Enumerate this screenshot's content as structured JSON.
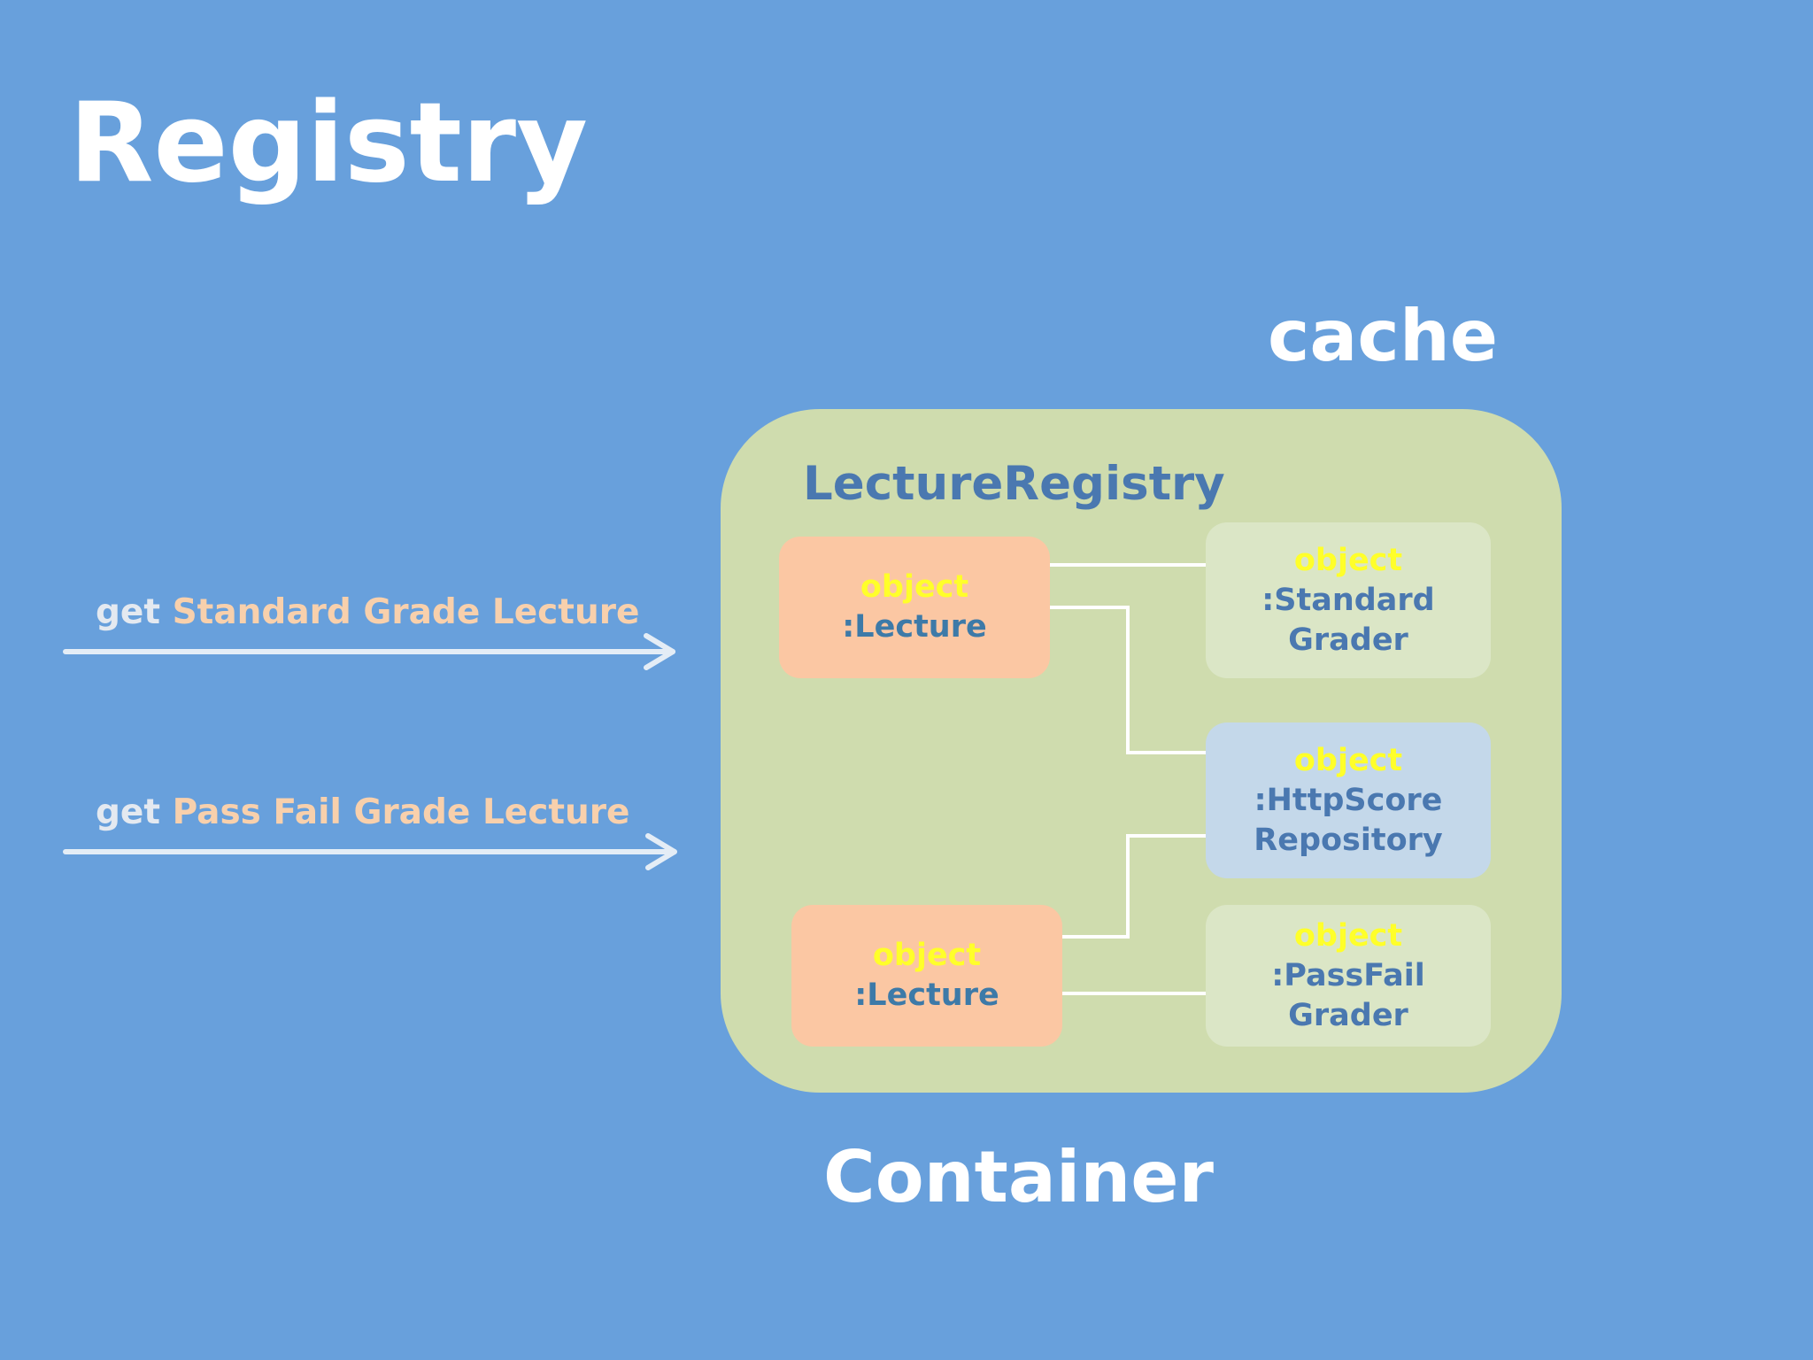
{
  "title": "Registry",
  "cache_label": "cache",
  "container_label": "Container",
  "requests": [
    {
      "prefix": "get",
      "highlight": "Standard Grade Lecture"
    },
    {
      "prefix": "get",
      "highlight": "Pass Fail Grade Lecture"
    }
  ],
  "registry": {
    "label": "LectureRegistry",
    "objects": {
      "lecture_1": {
        "kind": "object",
        "class_name": ":Lecture"
      },
      "lecture_2": {
        "kind": "object",
        "class_name": ":Lecture"
      },
      "standard_grader": {
        "kind": "object",
        "class_line1": ":Standard",
        "class_line2": "Grader"
      },
      "http_score_repository": {
        "kind": "object",
        "class_line1": ":HttpScore",
        "class_line2": "Repository"
      },
      "passfail_grader": {
        "kind": "object",
        "class_line1": ":PassFail",
        "class_line2": "Grader"
      }
    }
  },
  "colors": {
    "background": "#68a0dc",
    "container": "#cfdcae",
    "lecture_box": "#fbc7a3",
    "grader_box": "#dbe6c6",
    "repository_box": "#c4d8ea",
    "object_keyword": "#ffff2a",
    "class_text": "#4a78b0",
    "highlight_text": "#f8d0ac"
  }
}
